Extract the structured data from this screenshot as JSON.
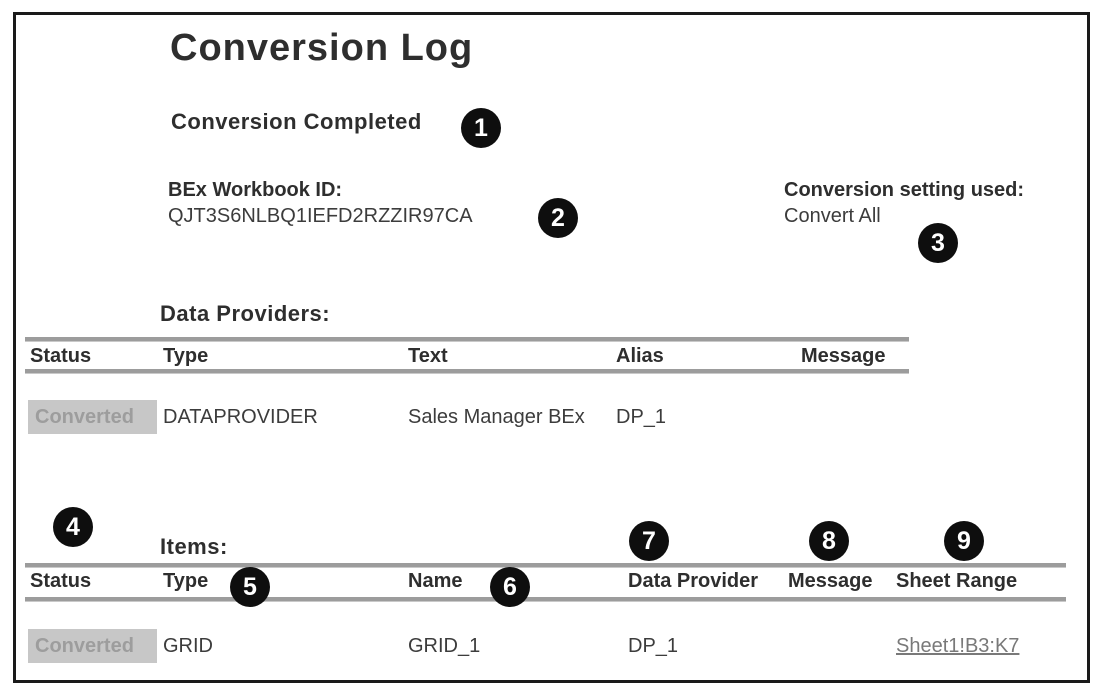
{
  "document": {
    "title": "Conversion Log",
    "status_message": "Conversion Completed",
    "workbook": {
      "label": "BEx Workbook ID:",
      "value": "QJT3S6NLBQ1IEFD2RZZIR97CA"
    },
    "setting": {
      "label": "Conversion setting used:",
      "value": "Convert All"
    }
  },
  "callouts": {
    "c1": "1",
    "c2": "2",
    "c3": "3",
    "c4": "4",
    "c5": "5",
    "c6": "6",
    "c7": "7",
    "c8": "8",
    "c9": "9"
  },
  "data_providers": {
    "heading": "Data Providers:",
    "columns": {
      "status": "Status",
      "type": "Type",
      "text": "Text",
      "alias": "Alias",
      "message": "Message"
    },
    "row": {
      "status": "Converted",
      "type": "DATAPROVIDER",
      "text": "Sales Manager BEx",
      "alias": "DP_1",
      "message": ""
    }
  },
  "items": {
    "heading": "Items:",
    "columns": {
      "status": "Status",
      "type": "Type",
      "name": "Name",
      "data_provider": "Data Provider",
      "message": "Message",
      "sheet_range": "Sheet Range"
    },
    "row": {
      "status": "Converted",
      "type": "GRID",
      "name": "GRID_1",
      "data_provider": "DP_1",
      "message": "",
      "sheet_range": "Sheet1!B3:K7"
    }
  },
  "colors": {
    "border": "#1a1a1a",
    "rule": "#9c9c9c",
    "badge_bg": "#0e0e0e",
    "status_chip_bg": "#c7c7c7",
    "status_chip_text": "#9d9d9d",
    "link": "#797979"
  }
}
